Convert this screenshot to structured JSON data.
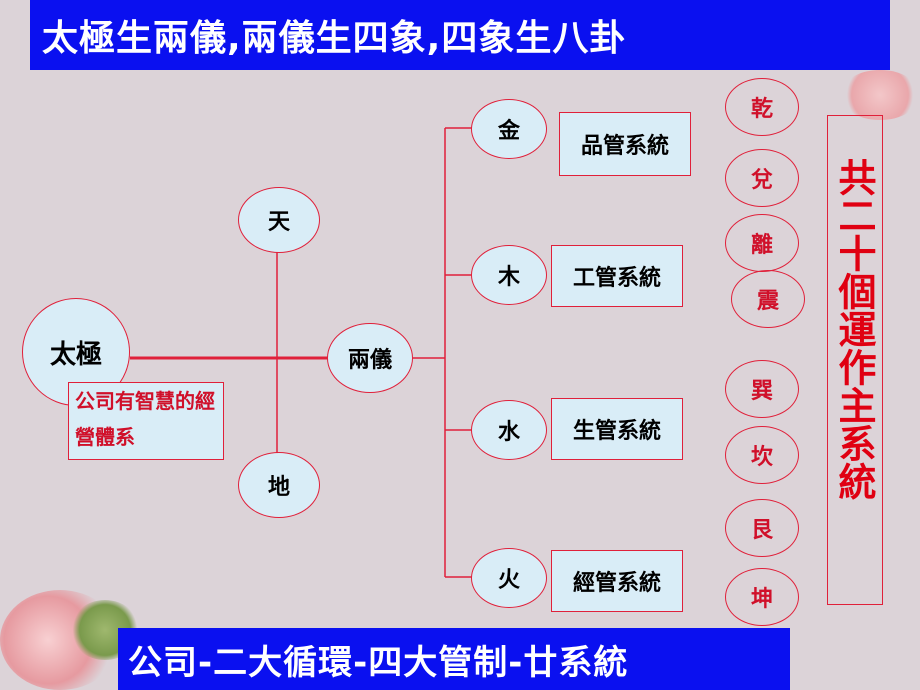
{
  "title": "太極生兩儀,兩儀生四象,四象生八卦",
  "footer": "公司-二大循環-四大管制-廿系統",
  "root": {
    "label": "太極",
    "note": "公司有智慧的經營體系"
  },
  "heaven": "天",
  "earth": "地",
  "two_forms": "兩儀",
  "elements": [
    {
      "label": "金",
      "system": "品管系統"
    },
    {
      "label": "木",
      "system": "工管系統"
    },
    {
      "label": "水",
      "system": "生管系統"
    },
    {
      "label": "火",
      "system": "經管系統"
    }
  ],
  "trigrams": [
    "乾",
    "兌",
    "離",
    "震",
    "巽",
    "坎",
    "艮",
    "坤"
  ],
  "side_text": "共二十個運作主系統",
  "colors": {
    "banner": "#0a10f0",
    "line": "#e0203a",
    "node_fill": "#d9edf7",
    "red_text": "#e00012"
  }
}
